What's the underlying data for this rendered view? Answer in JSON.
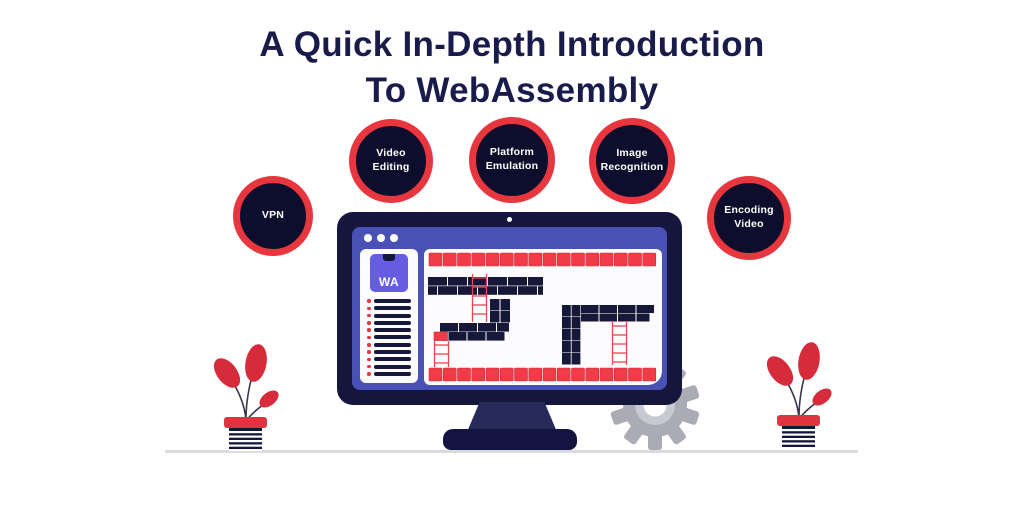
{
  "title": {
    "line1": "A Quick In-Depth Introduction",
    "line2": "To WebAssembly"
  },
  "bubbles": [
    {
      "label": "VPN"
    },
    {
      "label": "Video\nEditing"
    },
    {
      "label": "Platform\nEmulation"
    },
    {
      "label": "Image\nRecognition"
    },
    {
      "label": "Encoding\nVideo"
    }
  ],
  "monitor": {
    "wa_badge_text": "WA",
    "browser_dot_count": 3,
    "sidebar_code_line_count": 11
  },
  "icons": [
    "gear-icon",
    "camera-dot-icon",
    "browser-dots-icon",
    "wa-logo-badge",
    "ladder-icon",
    "plant-icon"
  ],
  "colors": {
    "ink": "#191B4A",
    "navy": "#15163E",
    "navy_deep": "#161839",
    "bubble_fill": "#0D0E2B",
    "ring_red": "#E8363F",
    "block_red": "#F03C49",
    "ladder_red": "#E8474F",
    "screen_blue": "#4A51B5",
    "panel_white": "#FCFCFE",
    "wa_purple": "#655CE1",
    "gear_gray": "#ABABB5",
    "leaf_red": "#D52B3A",
    "pot_red": "#E03340",
    "stem": "#3A3550",
    "stand_neck": "#272B59",
    "stand_base": "#131540",
    "ground": "#D9D9DE"
  }
}
